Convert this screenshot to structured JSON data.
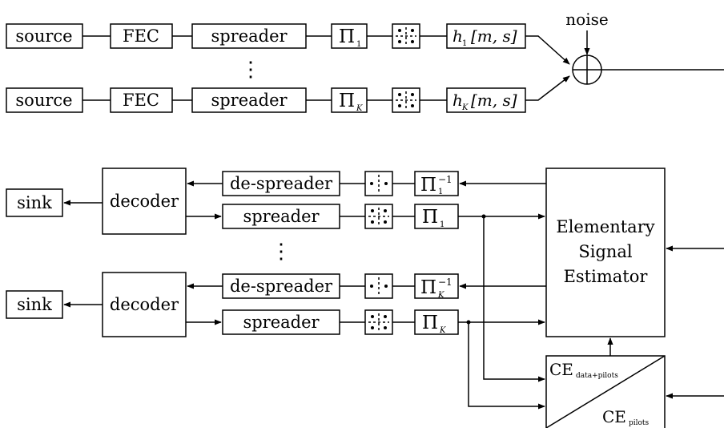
{
  "tx": {
    "source": "source",
    "fec": "FEC",
    "spreader": "spreader",
    "pi": "Π",
    "sub_1": "1",
    "sub_K": "K",
    "h": "h",
    "h_args": "[m, s]",
    "noise": "noise",
    "vdots": "⋮"
  },
  "rx": {
    "sink": "sink",
    "decoder": "decoder",
    "despreader": "de-spreader",
    "spreader": "spreader",
    "pi": "Π",
    "inv_sup": "−1",
    "sub_1": "1",
    "sub_K": "K",
    "vdots": "⋮",
    "ese_line1": "Elementary",
    "ese_line2": "Signal",
    "ese_line3": "Estimator",
    "ce": "CE",
    "ce_top_sub": "data+pilots",
    "ce_bot_sub": "pilots"
  }
}
